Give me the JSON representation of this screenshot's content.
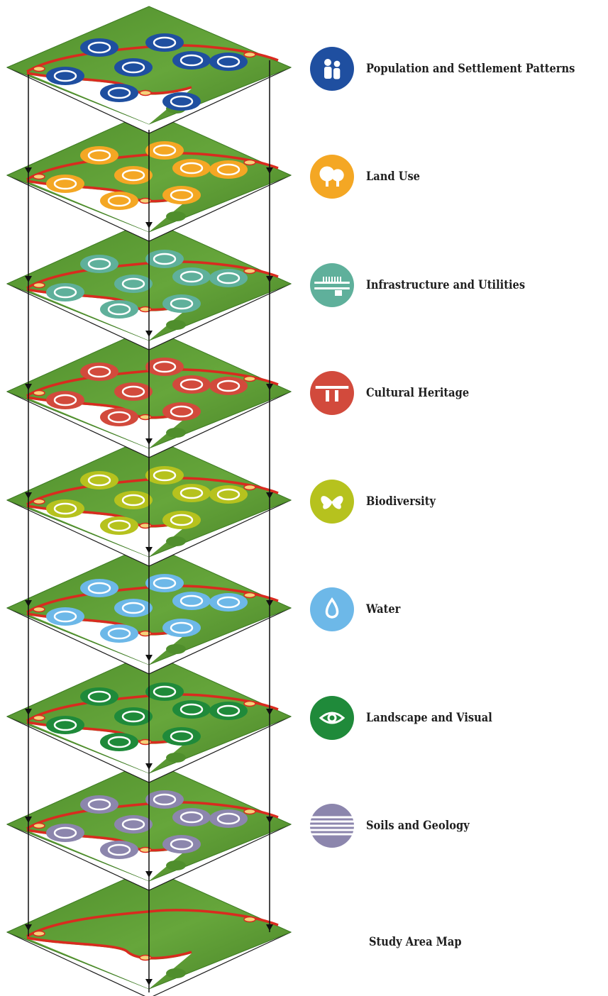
{
  "diagram": {
    "layers": [
      {
        "label": "Population and Settlement Patterns",
        "icon": "people-icon",
        "color": "#1f4fa0"
      },
      {
        "label": "Land Use",
        "icon": "trees-icon",
        "color": "#f4a724"
      },
      {
        "label": "Infrastructure and Utilities",
        "icon": "bridge-truck-icon",
        "color": "#5fb09b"
      },
      {
        "label": "Cultural Heritage",
        "icon": "temple-icon",
        "color": "#d24a3c"
      },
      {
        "label": "Biodiversity",
        "icon": "butterfly-icon",
        "color": "#b6c21e"
      },
      {
        "label": "Water",
        "icon": "water-drop-icon",
        "color": "#6db8e8"
      },
      {
        "label": "Landscape and Visual",
        "icon": "eye-icon",
        "color": "#1f8a3a"
      },
      {
        "label": "Soils and Geology",
        "icon": "strata-icon",
        "color": "#8c86ad"
      }
    ],
    "base_map": {
      "label": "Study Area Map"
    },
    "colors": {
      "map_green": "#5a9a32",
      "map_edge": "#3c7a22",
      "boundary_red": "#d92b1f",
      "underside": "#ffffff",
      "arrow": "#111111"
    }
  }
}
